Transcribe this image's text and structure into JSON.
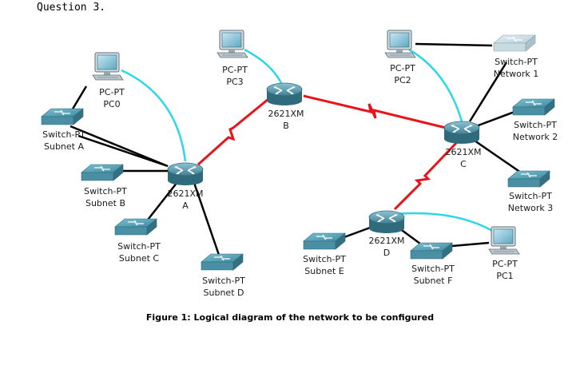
{
  "question_title": "Question 3.",
  "caption": "Figure 1: Logical diagram of the network to be configured",
  "routers": {
    "A": {
      "line1": "2621XM",
      "line2": "A"
    },
    "B": {
      "line1": "2621XM",
      "line2": "B"
    },
    "C": {
      "line1": "2621XM",
      "line2": "C"
    },
    "D": {
      "line1": "2621XM",
      "line2": "D"
    }
  },
  "pcs": {
    "pc0": {
      "line1": "PC-PT",
      "line2": "PC0"
    },
    "pc1": {
      "line1": "PC-PT",
      "line2": "PC1"
    },
    "pc2": {
      "line1": "PC-PT",
      "line2": "PC2"
    },
    "pc3": {
      "line1": "PC-PT",
      "line2": "PC3"
    }
  },
  "switches": {
    "subnet_a": {
      "line1": "Switch-PT",
      "line2": "Subnet A"
    },
    "subnet_b": {
      "line1": "Switch-PT",
      "line2": "Subnet B"
    },
    "subnet_c": {
      "line1": "Switch-PT",
      "line2": "Subnet C"
    },
    "subnet_d": {
      "line1": "Switch-PT",
      "line2": "Subnet D"
    },
    "subnet_e": {
      "line1": "Switch-PT",
      "line2": "Subnet E"
    },
    "subnet_f": {
      "line1": "Switch-PT",
      "line2": "Subnet F"
    },
    "network_1": {
      "line1": "Switch-PT",
      "line2": "Network 1"
    },
    "network_2": {
      "line1": "Switch-PT",
      "line2": "Network 2"
    },
    "network_3": {
      "line1": "Switch-PT",
      "line2": "Network 3"
    }
  },
  "colors": {
    "serial_link": "#e8141b",
    "crossover_link": "#2fd6e8",
    "straight_link": "#000000",
    "device_blue": "#3f8aa0"
  }
}
